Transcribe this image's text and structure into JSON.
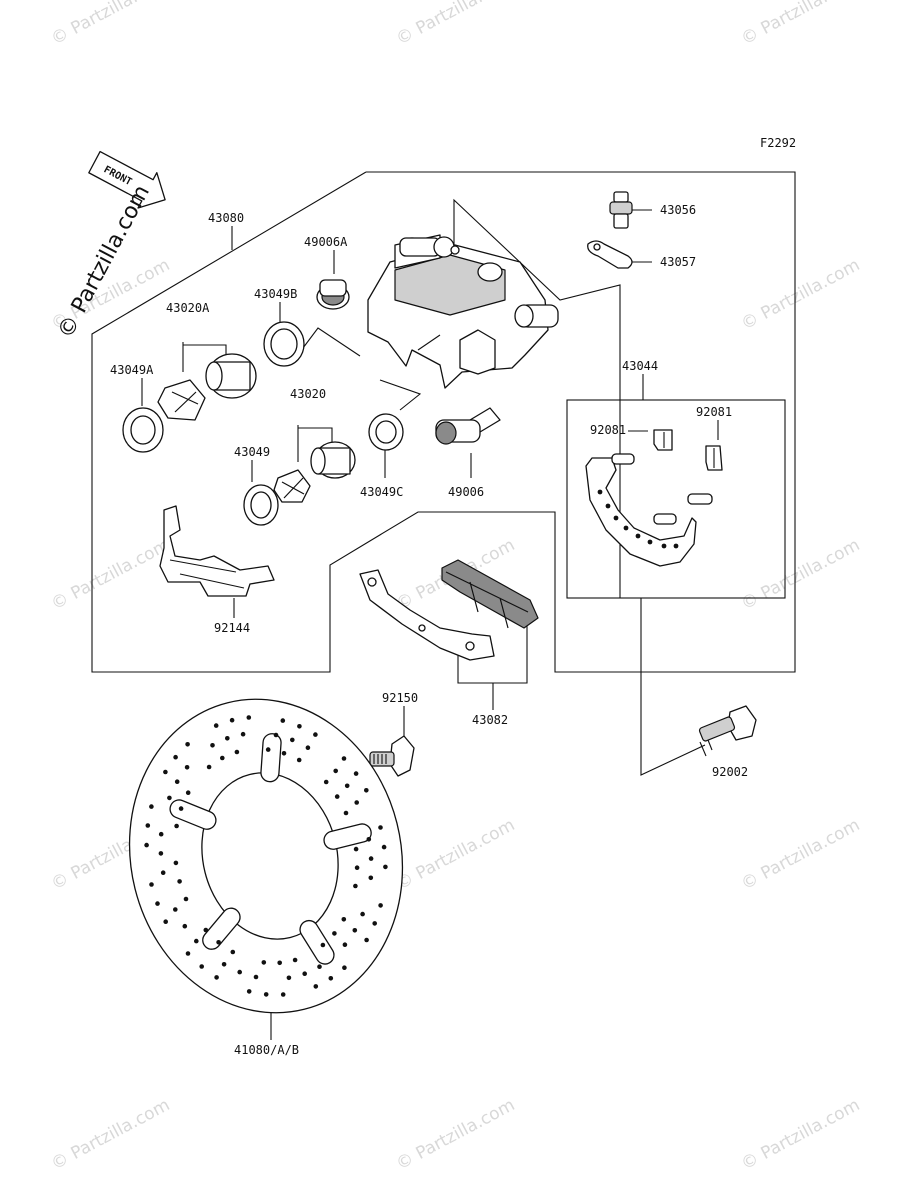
{
  "diagram": {
    "figure_code": "F2292",
    "front_label": "FRONT",
    "watermark_main": "© Partzilla.com",
    "watermark_tile": "© Partzilla.com",
    "parts": {
      "p43080": "43080",
      "p49006A": "49006A",
      "p43049B": "43049B",
      "p43020A": "43020A",
      "p43049A": "43049A",
      "p43020": "43020",
      "p43049": "43049",
      "p43049C": "43049C",
      "p49006": "49006",
      "p92144": "92144",
      "p43056": "43056",
      "p43057": "43057",
      "p43044": "43044",
      "p92081a": "92081",
      "p92081b": "92081",
      "p92150": "92150",
      "p43082": "43082",
      "p92002": "92002",
      "p41080": "41080/A/B"
    }
  }
}
